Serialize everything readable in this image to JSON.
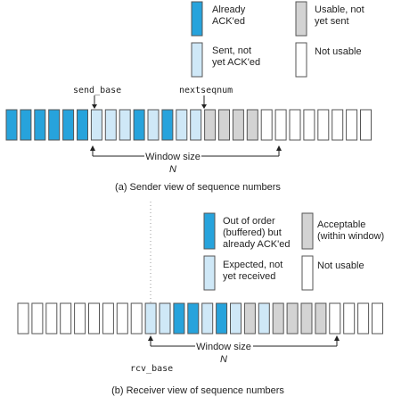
{
  "colors": {
    "acked": "#27a3dc",
    "sent_not_acked": "#cfe8f7",
    "usable_not_sent": "#d3d3d3",
    "not_usable": "#ffffff",
    "outline": "#555555"
  },
  "sender": {
    "legend": [
      {
        "key": "acked",
        "lines": [
          "Already",
          "ACK'ed"
        ]
      },
      {
        "key": "usable_not_sent",
        "lines": [
          "Usable, not",
          "yet sent"
        ]
      },
      {
        "key": "sent_not_acked",
        "lines": [
          "Sent, not",
          "yet ACK'ed"
        ]
      },
      {
        "key": "not_usable",
        "lines": [
          "Not usable"
        ]
      }
    ],
    "cells": [
      "acked",
      "acked",
      "acked",
      "acked",
      "acked",
      "acked",
      "sent_not_acked",
      "sent_not_acked",
      "sent_not_acked",
      "acked",
      "sent_not_acked",
      "acked",
      "sent_not_acked",
      "sent_not_acked",
      "usable_not_sent",
      "usable_not_sent",
      "usable_not_sent",
      "usable_not_sent",
      "not_usable",
      "not_usable",
      "not_usable",
      "not_usable",
      "not_usable",
      "not_usable",
      "not_usable",
      "not_usable"
    ],
    "pointer_left": "send_base",
    "pointer_right": "nextseqnum",
    "window_label": "Window size",
    "window_symbol": "N",
    "caption": "(a) Sender view of sequence numbers"
  },
  "receiver": {
    "legend": [
      {
        "key": "acked",
        "lines": [
          "Out of order",
          "(buffered) but",
          "already ACK'ed"
        ]
      },
      {
        "key": "usable_not_sent",
        "lines": [
          "Acceptable",
          "(within window)"
        ]
      },
      {
        "key": "sent_not_acked",
        "lines": [
          "Expected, not",
          "yet received"
        ]
      },
      {
        "key": "not_usable",
        "lines": [
          "Not usable"
        ]
      }
    ],
    "cells": [
      "not_usable",
      "not_usable",
      "not_usable",
      "not_usable",
      "not_usable",
      "not_usable",
      "not_usable",
      "not_usable",
      "not_usable",
      "sent_not_acked",
      "sent_not_acked",
      "acked",
      "acked",
      "sent_not_acked",
      "acked",
      "sent_not_acked",
      "usable_not_sent",
      "sent_not_acked",
      "usable_not_sent",
      "usable_not_sent",
      "usable_not_sent",
      "usable_not_sent",
      "not_usable",
      "not_usable",
      "not_usable",
      "not_usable"
    ],
    "pointer_left": "rcv_base",
    "window_label": "Window size",
    "window_symbol": "N",
    "caption": "(b) Receiver view of sequence numbers"
  }
}
